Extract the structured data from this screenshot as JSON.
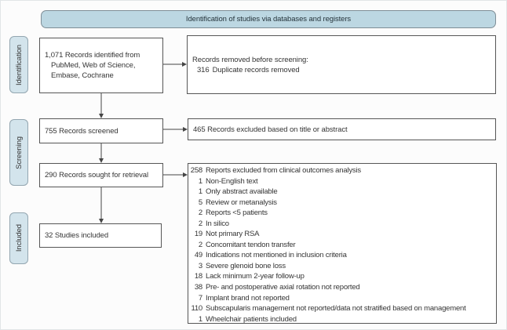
{
  "banner": {
    "title": "Identification of studies via databases and registers"
  },
  "stages": {
    "identification": "Identification",
    "screening": "Screening",
    "included": "Included"
  },
  "colors": {
    "banner_fill": "#bcd7e2",
    "banner_border": "#7f8e96",
    "label_fill": "#d3e4ec",
    "label_border": "#93a6b0",
    "box_border": "#565656",
    "arrow_color": "#454545",
    "text_color": "#353535"
  },
  "flow": {
    "identified": {
      "line1": "1,071 Records identified from",
      "line2": "PubMed, Web of Science,",
      "line3": "Embase, Cochrane"
    },
    "removed_before_screening": {
      "heading": "Records removed before screening:",
      "items": [
        {
          "n": "316",
          "text": "Duplicate records removed"
        }
      ]
    },
    "screened": {
      "text": "755 Records screened"
    },
    "excluded_title_abstract": {
      "text": "465 Records excluded based on title or abstract"
    },
    "sought": {
      "text": "290 Records sought for retrieval"
    },
    "reports_excluded": {
      "heading_n": "258",
      "heading_text": "Reports excluded from clinical outcomes analysis",
      "reasons": [
        {
          "n": "1",
          "text": "Non-English text"
        },
        {
          "n": "1",
          "text": "Only abstract available"
        },
        {
          "n": "5",
          "text": "Review or metanalysis"
        },
        {
          "n": "2",
          "text": "Reports <5 patients"
        },
        {
          "n": "2",
          "text": "In silico"
        },
        {
          "n": "19",
          "text": "Not primary RSA"
        },
        {
          "n": "2",
          "text": "Concomitant tendon transfer"
        },
        {
          "n": "49",
          "text": "Indications not mentioned in inclusion criteria"
        },
        {
          "n": "3",
          "text": "Severe glenoid bone loss"
        },
        {
          "n": "18",
          "text": "Lack minimum 2-year follow-up"
        },
        {
          "n": "38",
          "text": "Pre- and postoperative axial rotation not reported"
        },
        {
          "n": "7",
          "text": "Implant brand not reported"
        },
        {
          "n": "110",
          "text": "Subscapularis management not reported/data not stratified based on management"
        },
        {
          "n": "1",
          "text": "Wheelchair patients included"
        }
      ]
    },
    "included": {
      "text": "32 Studies included"
    }
  }
}
